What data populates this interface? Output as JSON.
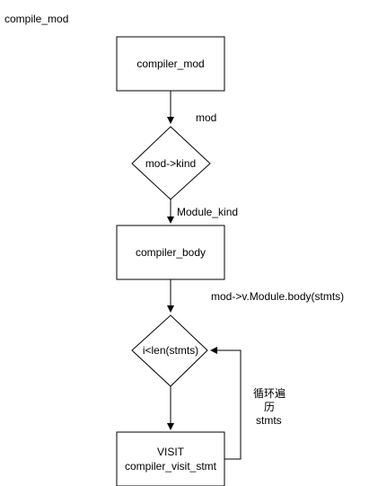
{
  "diagram": {
    "title": "compile_mod",
    "nodes": {
      "compiler_mod": "compiler_mod",
      "mod_kind": "mod->kind",
      "compiler_body": "compiler_body",
      "loop_cond": "i<len(stmts)",
      "visit_line1": "VISIT",
      "visit_line2": "compiler_visit_stmt"
    },
    "edges": {
      "mod": "mod",
      "module_kind": "Module_kind",
      "body_stmts": "mod->v.Module.body(stmts)",
      "loop_line1": "循环遍",
      "loop_line2": "历",
      "loop_line3": "stmts"
    },
    "colors": {
      "stroke": "#000000",
      "fill": "#ffffff"
    }
  }
}
